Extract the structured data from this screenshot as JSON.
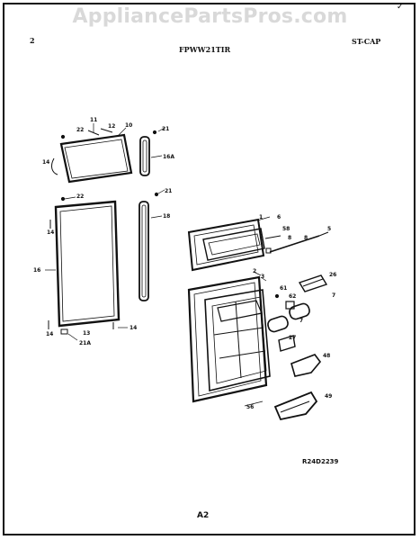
{
  "watermark": "AppliancePartsPros.com",
  "header": {
    "page_number": "2",
    "model": "FPWW21TIR",
    "code": "ST-CAP"
  },
  "diagram_ref": "R24D2239",
  "footer": "A2",
  "callouts": {
    "c11": "11",
    "c12": "12",
    "c10": "10",
    "c22a": "22",
    "c21a": "21",
    "c16a": "16A",
    "c14a": "14",
    "c22b": "22",
    "c21b": "21",
    "c18": "18",
    "c14b": "14",
    "c16": "16",
    "c14c": "14",
    "c14d": "14",
    "c13": "13",
    "c21c": "21A",
    "c1": "1",
    "c6": "6",
    "c58": "58",
    "c8": "8",
    "c8b": "8",
    "c5": "5",
    "c2": "2",
    "c3": "3",
    "c26": "26",
    "c61": "61",
    "c62": "62",
    "c7a": "7",
    "c7b": "7",
    "c27": "27",
    "c48": "48",
    "c49": "49",
    "c56": "56"
  }
}
